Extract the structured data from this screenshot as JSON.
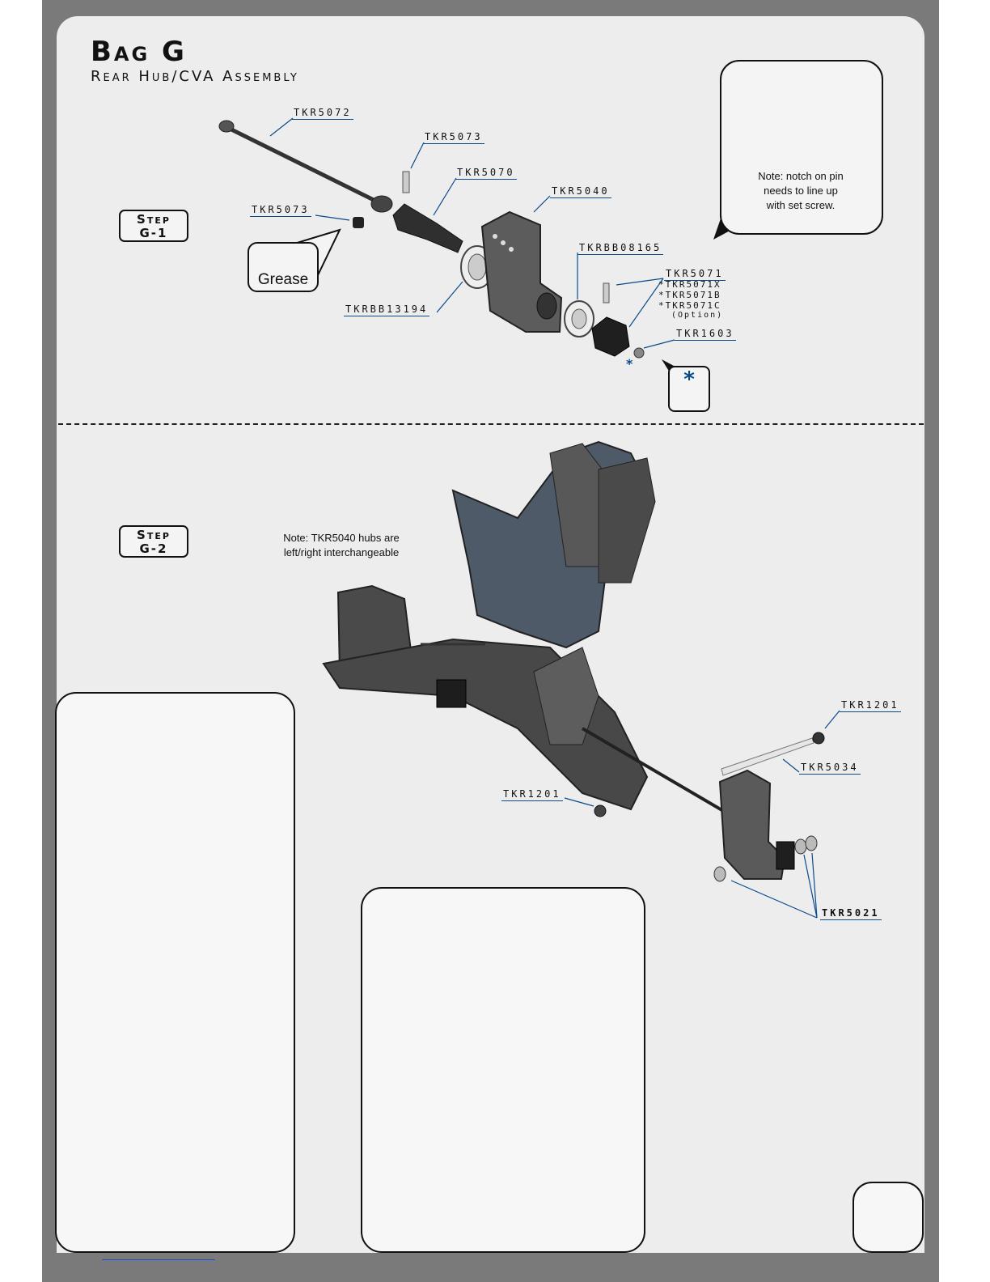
{
  "header": {
    "title": "Bag G",
    "subtitle": "Rear Hub/CVA Assembly"
  },
  "step1": {
    "label_line1": "Step",
    "label_line2": "G-1",
    "grease_label": "Grease",
    "callout_note_line1": "Note: notch on pin",
    "callout_note_line2": "needs to line up",
    "callout_note_line3": "with set screw.",
    "star": "*",
    "parts": {
      "p1": "TKR5072",
      "p2": "TKR5073",
      "p3": "TKR5070",
      "p4": "TKR5040",
      "p5": "TKR5073",
      "p6": "TKRBB08165",
      "p7": "TKR5071",
      "p8": "*TKR5071X",
      "p9": "*TKR5071B",
      "p10": "*TKR5071C",
      "p11": "(Option)",
      "p12": "TKR1603",
      "p13": "TKRBB13194"
    }
  },
  "step2": {
    "label_line1": "Step",
    "label_line2": "G-2",
    "note_line1": "Note: TKR5040 hubs are",
    "note_line2": "left/right interchangeable",
    "parts": {
      "p1": "TKR1201",
      "p2": "TKR5034",
      "p3": "TKR1201",
      "p4": "TKR5021"
    }
  },
  "colors": {
    "accent": "#0a4b8c",
    "frame": "#7a7a7a",
    "panel": "#ededed",
    "part_dark": "#3d3d3d"
  }
}
